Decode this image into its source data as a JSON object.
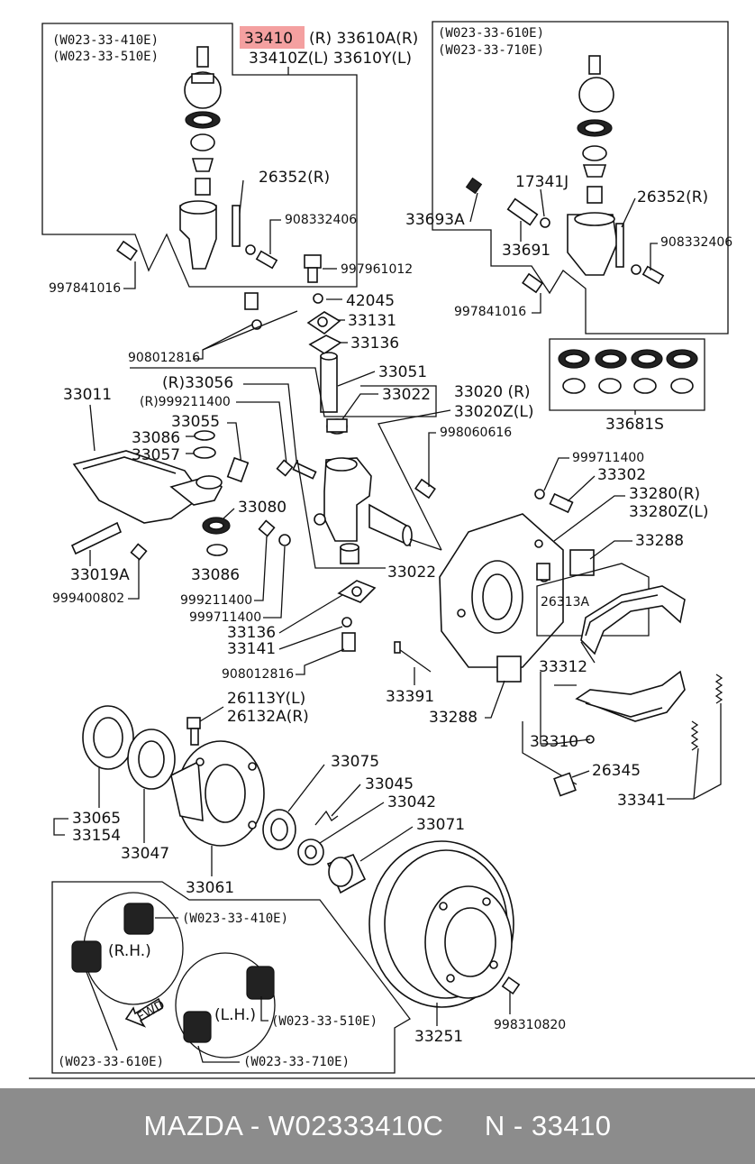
{
  "footer": {
    "text": "MAZDA - W02333410C     N - 33410"
  },
  "labels": {
    "box_tl_a": "(W023-33-410E)",
    "box_tl_b": "(W023-33-510E)",
    "hl_part": "33410",
    "hl_r": "(R) 33610A(R)",
    "hl_l": "33410Z(L) 33610Y(L)",
    "box_tr_a": "(W023-33-610E)",
    "box_tr_b": "(W023-33-710E)",
    "p26352_a": "26352(R)",
    "p908332406_a": "908332406",
    "p997841016_a": "997841016",
    "p997961012": "997961012",
    "p17341J": "17341J",
    "p33693A": "33693A",
    "p33691": "33691",
    "p26352_b": "26352(R)",
    "p908332406_b": "908332406",
    "p997841016_b": "997841016",
    "p42045": "42045",
    "p33131": "33131",
    "p33136_a": "33136",
    "p908012816_a": "908012816",
    "p33051": "33051",
    "p33056": "(R)33056",
    "p999211400_a": "(R)999211400",
    "p33022_a": "33022",
    "p33020": "33020 (R)",
    "p33020Z": "33020Z(L)",
    "p33681S": "33681S",
    "p33011": "33011",
    "p33055": "33055",
    "p33086_a": "33086",
    "p33057": "33057",
    "p998060616": "998060616",
    "p999711400_a": "999711400",
    "p33302": "33302",
    "p33280": "33280(R)",
    "p33280Z": "33280Z(L)",
    "p33080": "33080",
    "p33288_a": "33288",
    "p33019A": "33019A",
    "p33086_b": "33086",
    "p33022_b": "33022",
    "p26313A": "26313A",
    "p999400802": "999400802",
    "p999211400_b": "999211400",
    "p999711400_b": "999711400",
    "p33136_b": "33136",
    "p33141": "33141",
    "p33312": "33312",
    "p908012816_b": "908012816",
    "p33391": "33391",
    "p26113Y": "26113Y(L)",
    "p26132A": "26132A(R)",
    "p33288_b": "33288",
    "p33310": "33310",
    "p26345": "26345",
    "p33075": "33075",
    "p33045": "33045",
    "p33042": "33042",
    "p33071": "33071",
    "p33341": "33341",
    "p33065": "33065",
    "p33154": "33154",
    "p33047": "33047",
    "p33061": "33061",
    "box_b_410": "(W023-33-410E)",
    "rh": "(R.H.)",
    "fwd": "FWD",
    "lh": "(L.H.)",
    "box_b_510": "(W023-33-510E)",
    "p998310820": "998310820",
    "box_b_610": "(W023-33-610E)",
    "box_b_710": "(W023-33-710E)",
    "p33251": "33251"
  }
}
